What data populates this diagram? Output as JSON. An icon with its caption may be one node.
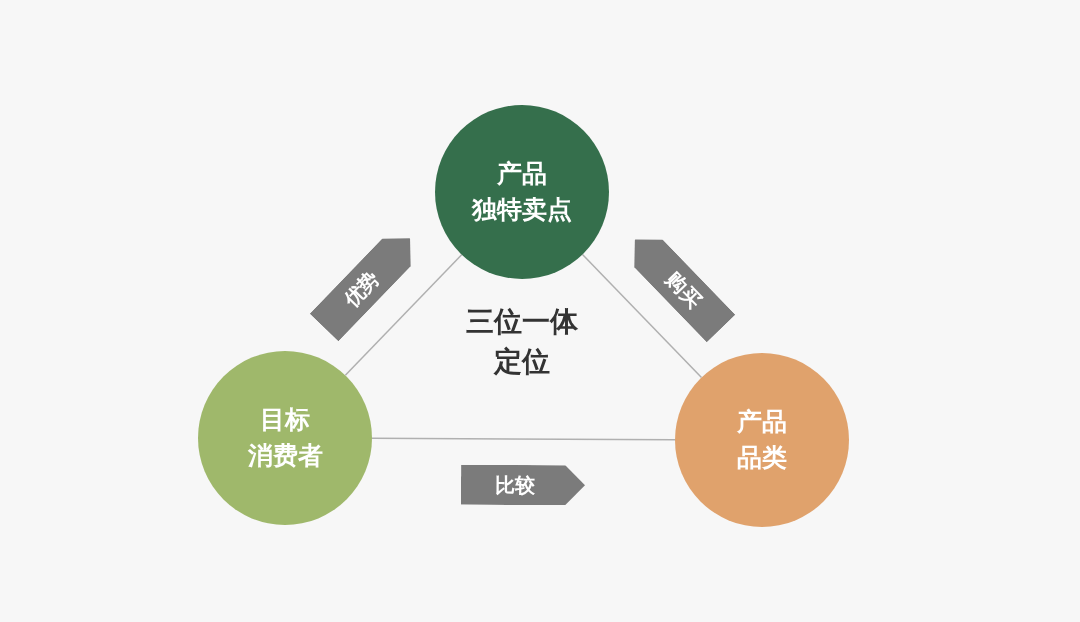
{
  "diagram": {
    "nodes": [
      {
        "text": [
          "产品",
          "独特卖点"
        ]
      },
      {
        "text": [
          "目标",
          "消费者"
        ]
      },
      {
        "text": [
          "产品",
          "品类"
        ]
      }
    ],
    "edges": [
      {
        "from": 1,
        "to": 0,
        "arrow": "none",
        "label": "优势"
      },
      {
        "from": 2,
        "to": 0,
        "arrow": "none",
        "label": "购买"
      },
      {
        "from": 1,
        "to": 2,
        "arrow": "none",
        "label": "比较"
      }
    ],
    "labels": [
      "三位一体",
      "定位"
    ]
  }
}
